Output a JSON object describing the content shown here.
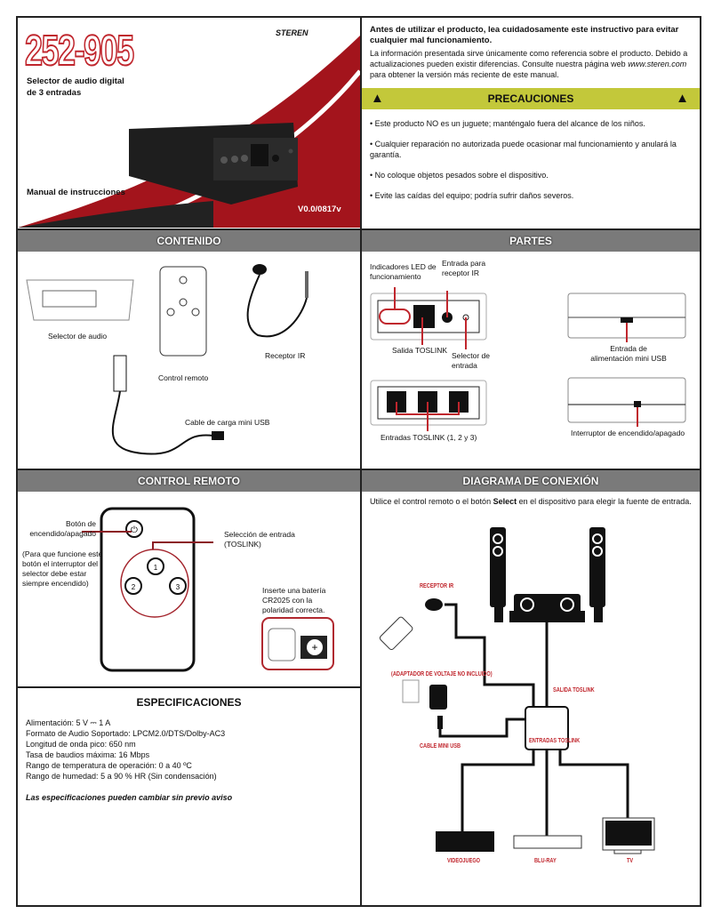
{
  "cover": {
    "model": "252-905",
    "brand": "STEREN",
    "subtitle_line1": "Selector de audio digital",
    "subtitle_line2": "de 3 entradas",
    "manual": "Manual de instrucciones",
    "version": "V0.0/0817v"
  },
  "intro": {
    "bold": "Antes de utilizar el producto, lea cuidadosamente este instructivo para evitar cualquier mal funcionamiento.",
    "text": "La información presentada sirve únicamente como referencia sobre el producto. Debido a actualizaciones pueden existir diferencias. Consulte nuestra página web ",
    "url": "www.steren.com",
    "text2": " para obtener la versión más reciente de este manual."
  },
  "precautions": {
    "title": "PRECAUCIONES",
    "accent": "#c3c83a",
    "items": [
      "• Este producto NO es un juguete; manténgalo fuera del alcance de los niños.",
      "• Cualquier reparación no autorizada puede ocasionar mal funcionamiento y anulará la garantía.",
      "• No coloque objetos pesados sobre el dispositivo.",
      "• Evite las caídas del equipo; podría sufrir daños severos."
    ]
  },
  "contents": {
    "title": "CONTENIDO",
    "selector": "Selector de audio",
    "remote": "Control remoto",
    "ir": "Receptor IR",
    "cable": "Cable de carga mini USB"
  },
  "parts": {
    "title": "PARTES",
    "led": "Indicadores LED de funcionamiento",
    "ir_in": "Entrada para receptor IR",
    "toslink_out": "Salida TOSLINK",
    "selector": "Selector de entrada",
    "usb": "Entrada de alimentación mini USB",
    "inputs": "Entradas TOSLINK (1, 2 y 3)",
    "switch": "Interruptor de encendido/apagado"
  },
  "remote": {
    "title": "CONTROL REMOTO",
    "power": "Botón de encendido/apagado",
    "power_note": "(Para que funcione este botón el interruptor del selector debe estar siempre encendido)",
    "select": "Selección de entrada (TOSLINK)",
    "buttons": [
      "1",
      "2",
      "3"
    ],
    "battery": "Inserte una batería CR2025 con la polaridad correcta."
  },
  "specs": {
    "title": "ESPECIFICACIONES",
    "lines": [
      "Alimentación: 5 V ⎓ 1 A",
      "Formato de Audio Soportado: LPCM2.0/DTS/Dolby-AC3",
      "Longitud de onda pico: 650 nm",
      "Tasa de baudios máxima: 16 Mbps",
      "Rango de temperatura de operación: 0 a 40 ºC",
      "Rango de humedad: 5 a 90 % HR (Sin condensación)"
    ],
    "note": "Las especificaciones pueden cambiar sin previo aviso"
  },
  "diagram": {
    "title": "DIAGRAMA DE CONEXIÓN",
    "intro_a": "Utilice el control remoto o el botón ",
    "intro_bold": "Select",
    "intro_b": "  en el dispositivo para elegir la fuente de entrada.",
    "receptor": "RECEPTOR IR",
    "adapter": "(ADAPTADOR DE VOLTAJE NO INCLUIDO)",
    "salida": "SALIDA TOSLINK",
    "entradas": "ENTRADAS TOSLINK",
    "cable": "CABLE MINI USB",
    "videojuego": "VIDEOJUEGO",
    "bluray": "BLU-RAY",
    "tv": "TV"
  }
}
